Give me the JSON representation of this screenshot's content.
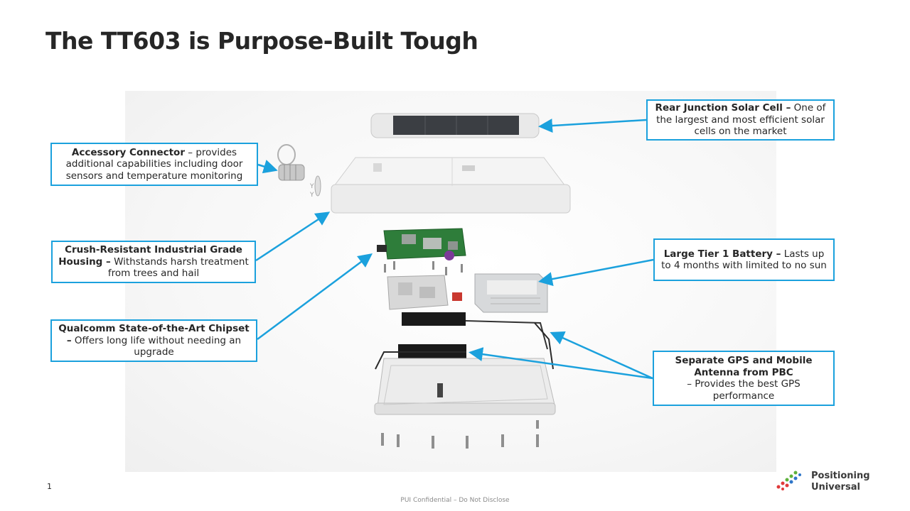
{
  "slide": {
    "title": "The TT603 is Purpose-Built Tough",
    "page_number": "1",
    "footer": "PUI Confidential – Do Not Disclose"
  },
  "callouts": {
    "accessory": {
      "bold": "Accessory Connector",
      "text": " – provides additional capabilities including door sensors and temperature monitoring"
    },
    "housing": {
      "bold": "Crush-Resistant Industrial Grade Housing –",
      "text": " Withstands harsh treatment from trees and hail"
    },
    "qualcomm": {
      "bold": "Qualcomm State-of-the-Art Chipset –",
      "text": " Offers long life without needing an upgrade"
    },
    "solar": {
      "bold": "Rear Junction Solar Cell –",
      "text": " One of the largest and most efficient solar cells on the market"
    },
    "battery": {
      "bold": "Large Tier 1 Battery –",
      "text": " Lasts up to 4 months with limited to no sun"
    },
    "gps": {
      "bold": "Separate GPS and Mobile Antenna from PBC",
      "text": "– Provides the best GPS performance"
    }
  },
  "logo": {
    "line1": "Positioning",
    "line2": "Universal"
  },
  "colors": {
    "accent": "#1ba1dd",
    "title": "#262626",
    "pcb_green": "#2e7d3a",
    "logo_red": "#e03a3a",
    "logo_green": "#5db13b",
    "logo_blue": "#2f76c9"
  }
}
